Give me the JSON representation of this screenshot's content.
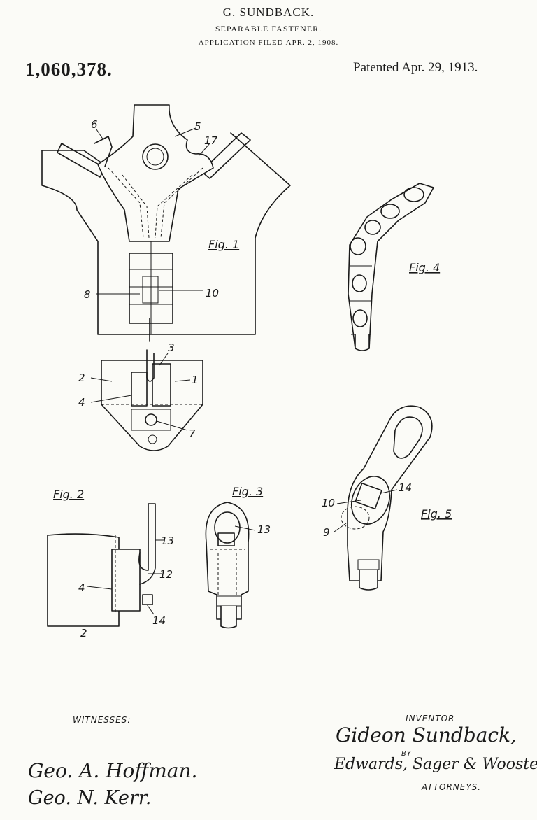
{
  "header": {
    "inventor_name": "G. SUNDBACK.",
    "title": "SEPARABLE FASTENER.",
    "filed": "APPLICATION FILED APR. 2, 1908.",
    "patent_number": "1,060,378.",
    "patent_date": "Patented Apr. 29, 1913."
  },
  "figures": {
    "fig1": {
      "caption": "Fig. 1",
      "labels": [
        "6",
        "5",
        "17",
        "8",
        "10",
        "3",
        "2",
        "1",
        "4",
        "7"
      ]
    },
    "fig2": {
      "caption": "Fig. 2",
      "labels": [
        "13",
        "12",
        "4",
        "14",
        "2"
      ]
    },
    "fig3": {
      "caption": "Fig. 3",
      "labels": [
        "13"
      ]
    },
    "fig4": {
      "caption": "Fig. 4"
    },
    "fig5": {
      "caption": "Fig. 5",
      "labels": [
        "14",
        "10",
        "9"
      ]
    }
  },
  "footer": {
    "witnesses_label": "WITNESSES:",
    "witness_1": "Geo. A. Hoffman.",
    "witness_2": "Geo. N. Kerr.",
    "inventor_label": "INVENTOR",
    "inventor_signature": "Gideon Sundback,",
    "by_label": "BY",
    "attorneys_signature": "Edwards, Sager & Wooster,",
    "attorneys_label": "ATTORNEYS."
  }
}
